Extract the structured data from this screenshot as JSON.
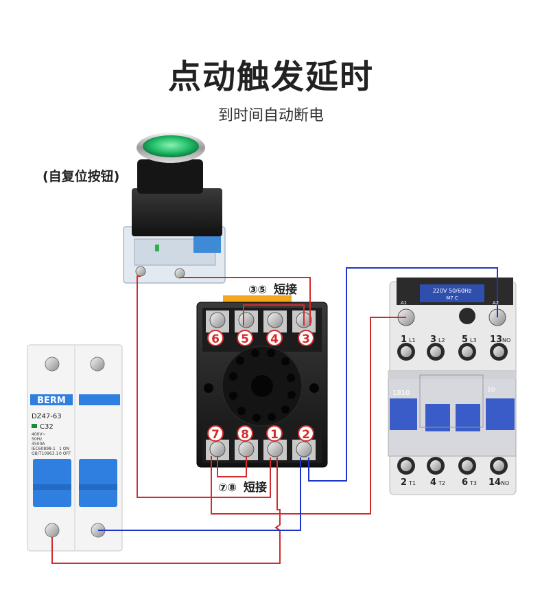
{
  "title": "点动触发延时",
  "subtitle": "到时间自动断电",
  "button_label": "(自复位按钮)",
  "relay": {
    "top_pins": [
      "6",
      "5",
      "4",
      "3"
    ],
    "bottom_pins": [
      "7",
      "8",
      "1",
      "2"
    ],
    "note_top_circled": "③⑤",
    "note_top_text": "短接",
    "note_bottom_circled": "⑦⑧",
    "note_bottom_text": "短接"
  },
  "breaker": {
    "brand": "BERM",
    "model": "DZ47-63",
    "rating": "C32",
    "spec_lines": [
      "400V~",
      "50Hz",
      "4500A",
      "IEC60898-1",
      "GB/T10963.1"
    ],
    "on_label": "1 ON",
    "off_label": "0 OFF"
  },
  "contactor": {
    "coil_label": "220V 50/60Hz",
    "coil_sub": "M7   C",
    "a1": "A1",
    "a2": "A2",
    "top_terminals": [
      {
        "num": "1",
        "sub": "L1"
      },
      {
        "num": "3",
        "sub": "L2"
      },
      {
        "num": "5",
        "sub": "L3"
      },
      {
        "num": "13",
        "sub": "NO"
      }
    ],
    "bottom_terminals": [
      {
        "num": "2",
        "sub": "T1"
      },
      {
        "num": "4",
        "sub": "T2"
      },
      {
        "num": "6",
        "sub": "T3"
      },
      {
        "num": "14",
        "sub": "NO"
      }
    ],
    "model_code": "1810",
    "aux_num": "10"
  },
  "colors": {
    "wire_red": "#d42a2a",
    "wire_blue": "#1e34c8",
    "pin_label_red": "#d42a2a",
    "breaker_blue": "#2f7fe0",
    "contactor_blue": "#3a5cc8"
  }
}
